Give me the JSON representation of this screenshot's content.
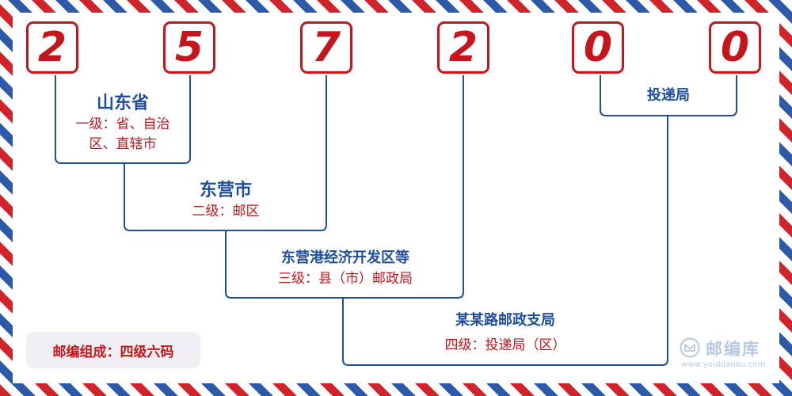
{
  "postal_code": {
    "digits": [
      "2",
      "5",
      "7",
      "2",
      "0",
      "0"
    ]
  },
  "levels": [
    {
      "title": "山东省",
      "description": "一级：省、自治区、直辖市"
    },
    {
      "title": "东营市",
      "description": "二级：邮区"
    },
    {
      "title": "东营港经济开发区等",
      "description": "三级：县（市）邮政局"
    },
    {
      "title": "某某路邮政支局",
      "description": "四级：投递局（区）"
    },
    {
      "title": "投递局"
    }
  ],
  "legend": {
    "text": "邮编组成：四级六码"
  },
  "brand": {
    "name": "邮编库",
    "url": "www.youbianku.com",
    "icon": "envelope-circle-icon"
  },
  "colors": {
    "digit_red": "#c4161c",
    "line_blue": "#1f4e9c",
    "airmail_red": "#d0232a",
    "airmail_blue": "#2d5aa8"
  }
}
